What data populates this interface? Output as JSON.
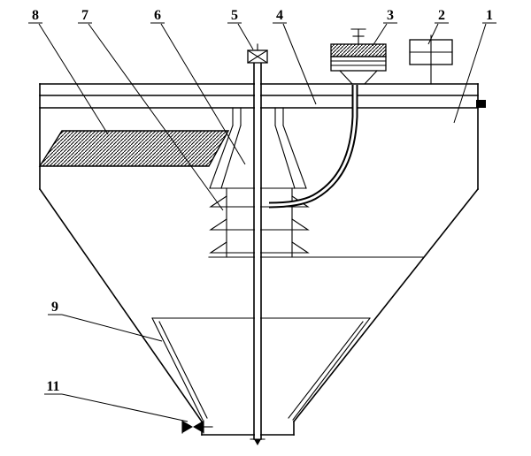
{
  "diagram": {
    "kind": "technical-drawing",
    "colors": {
      "background": "#ffffff",
      "line": "#000000"
    },
    "callouts": [
      {
        "text": "8"
      },
      {
        "text": "7"
      },
      {
        "text": "6"
      },
      {
        "text": "5"
      },
      {
        "text": "4"
      },
      {
        "text": "3"
      },
      {
        "text": "2"
      },
      {
        "text": "1"
      },
      {
        "text": "9"
      },
      {
        "text": "11"
      }
    ]
  }
}
